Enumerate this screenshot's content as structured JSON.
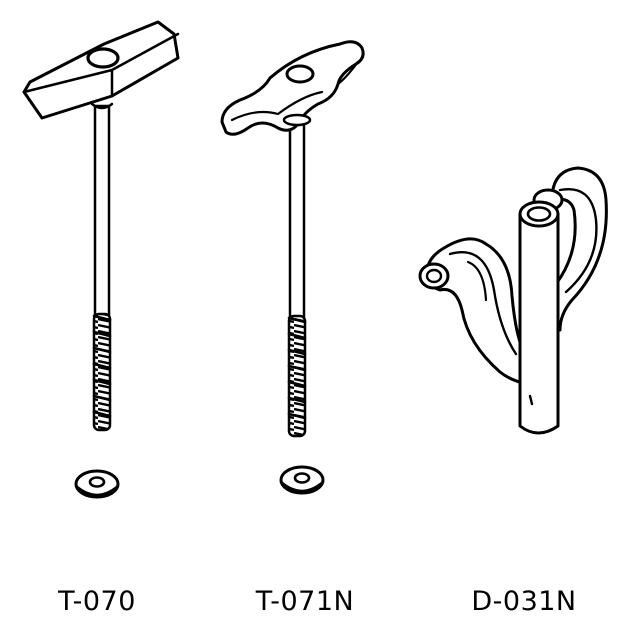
{
  "parts": [
    {
      "code": "T-070"
    },
    {
      "code": "T-071N"
    },
    {
      "code": "D-031N"
    }
  ],
  "colors": {
    "ink": "#000000",
    "paper": "#ffffff"
  }
}
